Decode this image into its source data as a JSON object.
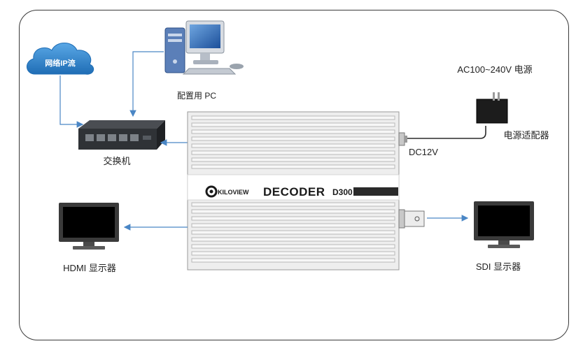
{
  "cloud": {
    "label": "网络IP流"
  },
  "pc": {
    "label": "配置用 PC"
  },
  "switch": {
    "label": "交换机"
  },
  "power": {
    "source_label": "AC100~240V 电源",
    "adapter_label": "电源适配器",
    "dc_label": "DC12V"
  },
  "device": {
    "brand": "KILOVIEW",
    "name": "DECODER",
    "model": "D300"
  },
  "hdmi_display": {
    "label": "HDMI 显示器"
  },
  "sdi_display": {
    "label": "SDI 显示器"
  },
  "colors": {
    "arrow": "#4a86c5",
    "cloud": "#2f7fc8",
    "device_body": "#ececec",
    "frame": "#3a3a3a"
  }
}
